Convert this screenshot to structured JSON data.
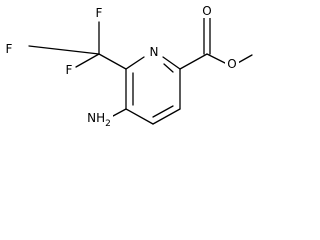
{
  "molecule": {
    "atoms": {
      "fluorine_top": "F",
      "fluorine_left": "F",
      "fluorine_bottom": "F",
      "ring_nitrogen": "N",
      "carbonyl_oxygen": "O",
      "ester_oxygen": "O",
      "amino_group": "NH2"
    }
  }
}
